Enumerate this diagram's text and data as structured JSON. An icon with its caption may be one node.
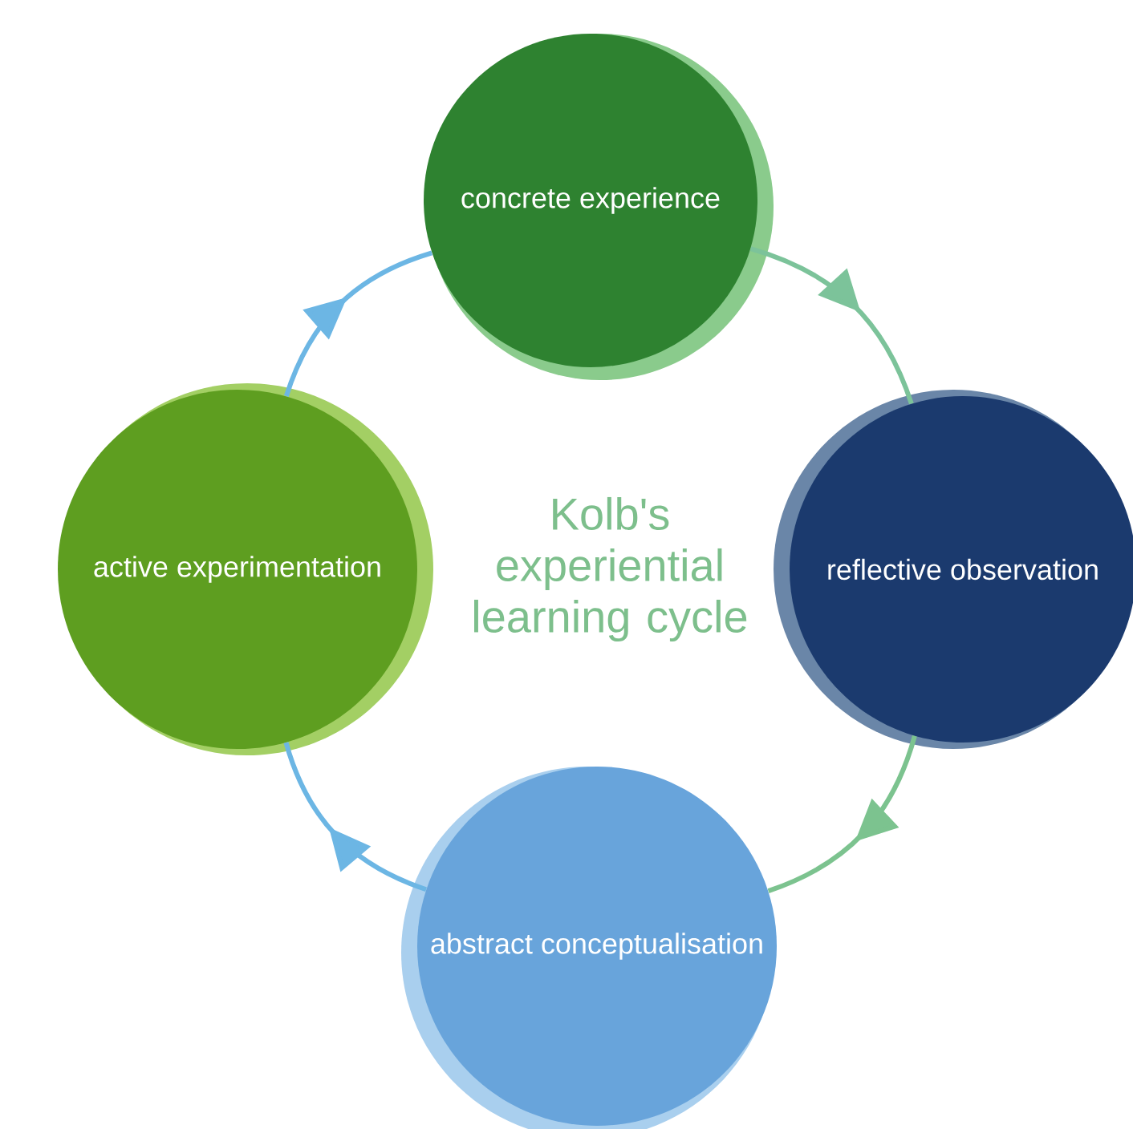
{
  "diagram": {
    "title": "Kolb's experiential learning cycle",
    "nodes": [
      {
        "text": [
          "concrete experience"
        ]
      },
      {
        "text": [
          "reflective observation"
        ]
      },
      {
        "text": [
          "abstract conceptualisation"
        ]
      },
      {
        "text": [
          "active experimentation"
        ]
      }
    ],
    "edges": [
      {
        "from": 0,
        "to": 1,
        "arrow": "to",
        "color": "#7cc39a"
      },
      {
        "from": 1,
        "to": 2,
        "arrow": "to",
        "color": "#7cc38f"
      },
      {
        "from": 2,
        "to": 3,
        "arrow": "to",
        "color": "#6cb6e4"
      },
      {
        "from": 3,
        "to": 0,
        "arrow": "to",
        "color": "#6cb6e4"
      }
    ]
  }
}
